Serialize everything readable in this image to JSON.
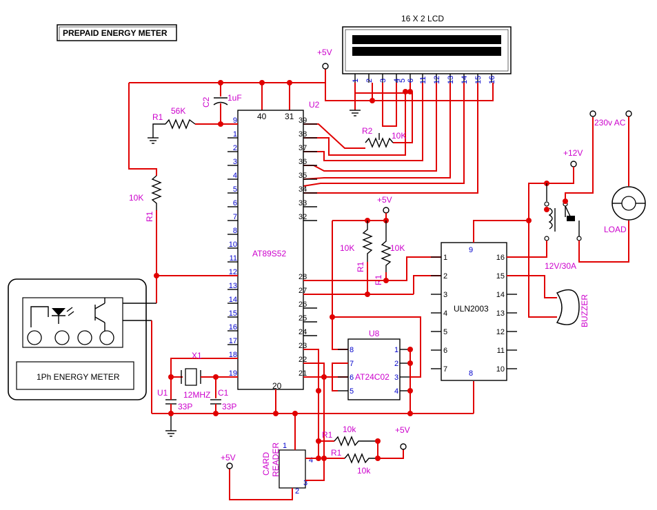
{
  "title": "PREPAID ENERGY METER",
  "lcd": {
    "label": "16 X 2 LCD",
    "pins": [
      "1",
      "2",
      "3",
      "4",
      "5",
      "6",
      "11",
      "12",
      "13",
      "14",
      "15",
      "16"
    ]
  },
  "supply": {
    "vcc_top": "+5V",
    "vcc_mid": "+5V",
    "vcc_right": "+5V",
    "vcc_bottom": "+5V",
    "v12": "+12V",
    "ac": "230v AC"
  },
  "mcu": {
    "name": "AT89S52",
    "ref": "U2",
    "top_pins": [
      "40",
      "31"
    ],
    "bottom_pin": "20",
    "left_pins": [
      "9",
      "1",
      "2",
      "3",
      "4",
      "5",
      "6",
      "7",
      "8",
      "10",
      "11",
      "12",
      "13",
      "14",
      "15",
      "16",
      "17",
      "18",
      "19"
    ],
    "right_pins": [
      "39",
      "38",
      "37",
      "36",
      "35",
      "34",
      "33",
      "32",
      "28",
      "27",
      "26",
      "25",
      "24",
      "23",
      "22",
      "21"
    ]
  },
  "components": {
    "c2": "C2",
    "c2_val": "1uF",
    "r1": "R1",
    "r1_val": "56K",
    "r1b": "R1",
    "r1b_val": "10K",
    "r2": "R2",
    "r2_val": "10K",
    "r_pull1": "R1",
    "r_pull1_val": "10K",
    "r_pull2": "R1",
    "r_pull2_val": "10K",
    "x1": "X1",
    "x1_val": "12MHZ",
    "u1": "U1",
    "u1_val": "33P",
    "c1": "C1",
    "c1_val": "33P",
    "r_card1": "R1",
    "r_card1_val": "10k",
    "r_card2": "R1",
    "r_card2_val": "10k"
  },
  "eeprom": {
    "ref": "U8",
    "name": "AT24C02",
    "left_pins": [
      "8",
      "7",
      "6",
      "5"
    ],
    "right_pins": [
      "1",
      "2",
      "3",
      "4"
    ]
  },
  "uln": {
    "name": "ULN2003",
    "top_pin": "9",
    "bottom_pin": "8",
    "left_pins": [
      "1",
      "2",
      "3",
      "4",
      "5",
      "6",
      "7"
    ],
    "right_pins": [
      "16",
      "15",
      "14",
      "13",
      "12",
      "11",
      "10"
    ]
  },
  "relay": {
    "label": "12V/30A"
  },
  "load": {
    "label": "LOAD"
  },
  "buzzer": {
    "label": "BUZZER"
  },
  "meter": {
    "label": "1Ph ENERGY METER"
  },
  "card_reader": {
    "label_line1": "CARD",
    "label_line2": "READER",
    "pins": [
      "1",
      "2",
      "3",
      "4"
    ]
  }
}
